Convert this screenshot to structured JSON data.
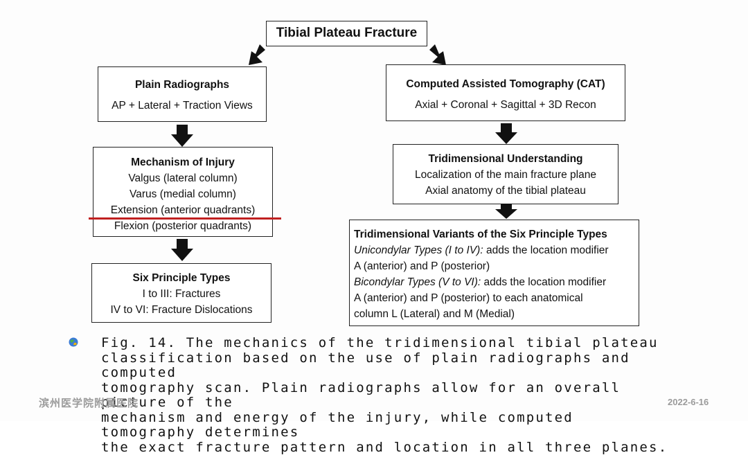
{
  "root": {
    "title": "Tibial Plateau Fracture"
  },
  "left": {
    "radiographs": {
      "title": "Plain Radiographs",
      "line1": "AP + Lateral + Traction Views"
    },
    "mechanism": {
      "title": "Mechanism of Injury",
      "lines": [
        "Valgus (lateral column)",
        "Varus (medial column)",
        "Extension (anterior quadrants)",
        "Flexion (posterior quadrants)"
      ]
    },
    "six_types": {
      "title": "Six Principle Types",
      "line1": "I to III: Fractures",
      "line2": "IV to VI: Fracture Dislocations"
    }
  },
  "right": {
    "cat": {
      "title": "Computed Assisted Tomography (CAT)",
      "line1": "Axial + Coronal + Sagittal + 3D Recon"
    },
    "understanding": {
      "title": "Tridimensional Understanding",
      "line1": "Localization of the main fracture plane",
      "line2": "Axial anatomy of the tibial plateau"
    },
    "variants": {
      "title": "Tridimensional Variants of the Six Principle Types",
      "uni_label": "Unicondylar Types (I to IV):",
      "uni_text": " adds the location modifier",
      "line2": "A (anterior) and P (posterior)",
      "bi_label": "Bicondylar Types (V to VI):",
      "bi_text": " adds the location modifier",
      "line4": "A (anterior) and P (posterior) to each anatomical",
      "line5": "column L (Lateral) and M (Medial)"
    }
  },
  "caption": "Fig. 14. The mechanics of the tridimensional tibial plateau\nclassification based on the use of plain radiographs and computed\ntomography scan. Plain radiographs allow for an overall picture of the\nmechanism and energy of the injury, while computed tomography determines\nthe exact fracture pattern and location in all three planes.",
  "footer": {
    "left": "滨州医学院附属医院",
    "right": "2022-6-16"
  },
  "colors": {
    "divider": "#c02020",
    "border": "#222222"
  }
}
